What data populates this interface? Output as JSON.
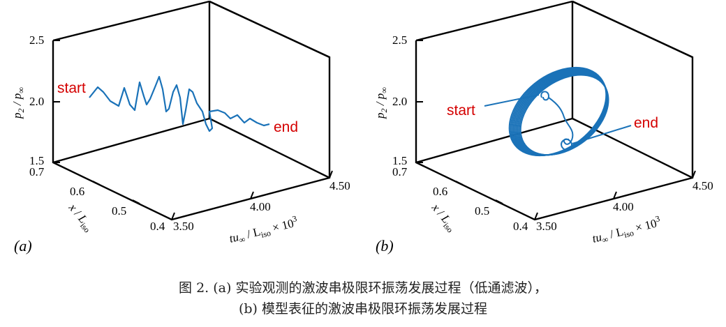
{
  "chart_data": [
    {
      "type": "line3d",
      "panel_label": "(a)",
      "z_label": "p₂ / p∞",
      "z_ticks": [
        "2.5",
        "2.0",
        "1.5"
      ],
      "x_label": "x / L_iso",
      "x_ticks": [
        "0.7",
        "0.6",
        "0.5",
        "0.4"
      ],
      "t_label": "tu∞ / L_iso × 10³",
      "t_ticks": [
        "3.50",
        "4.00",
        "4.50"
      ],
      "annotations": [
        "start",
        "end"
      ],
      "series": [
        {
          "color": "#1a72b8",
          "t": [
            3.55,
            3.6,
            3.65,
            3.7,
            3.75,
            3.8,
            3.85,
            3.9,
            3.95,
            4.0,
            4.05,
            4.1,
            4.15,
            4.2
          ],
          "x": [
            0.7,
            0.68,
            0.66,
            0.64,
            0.62,
            0.6,
            0.58,
            0.56,
            0.55,
            0.54,
            0.55,
            0.56,
            0.57,
            0.58
          ],
          "p": [
            2.0,
            2.08,
            1.92,
            2.12,
            1.9,
            2.15,
            1.88,
            2.18,
            1.85,
            2.1,
            1.95,
            2.02,
            1.97,
            1.98
          ]
        }
      ]
    },
    {
      "type": "line3d",
      "panel_label": "(b)",
      "z_label": "p₂ / p∞",
      "z_ticks": [
        "2.5",
        "2.0",
        "1.5"
      ],
      "x_label": "x / L_iso",
      "x_ticks": [
        "0.7",
        "0.6",
        "0.5",
        "0.4"
      ],
      "t_label": "tu∞ / L_iso × 10³",
      "t_ticks": [
        "3.50",
        "4.00",
        "4.50"
      ],
      "annotations": [
        "start",
        "end"
      ],
      "series": [
        {
          "color": "#1a72b8",
          "description_shape": "limit cycle",
          "t_range": [
            3.8,
            4.2
          ],
          "x_range": [
            0.45,
            0.68
          ],
          "p_range": [
            1.55,
            2.4
          ]
        }
      ]
    }
  ],
  "caption": {
    "line1": "图 2. (a) 实验观测的激波串极限环振荡发展过程（低通滤波），",
    "line2": "(b) 模型表征的激波串极限环振荡发展过程"
  }
}
